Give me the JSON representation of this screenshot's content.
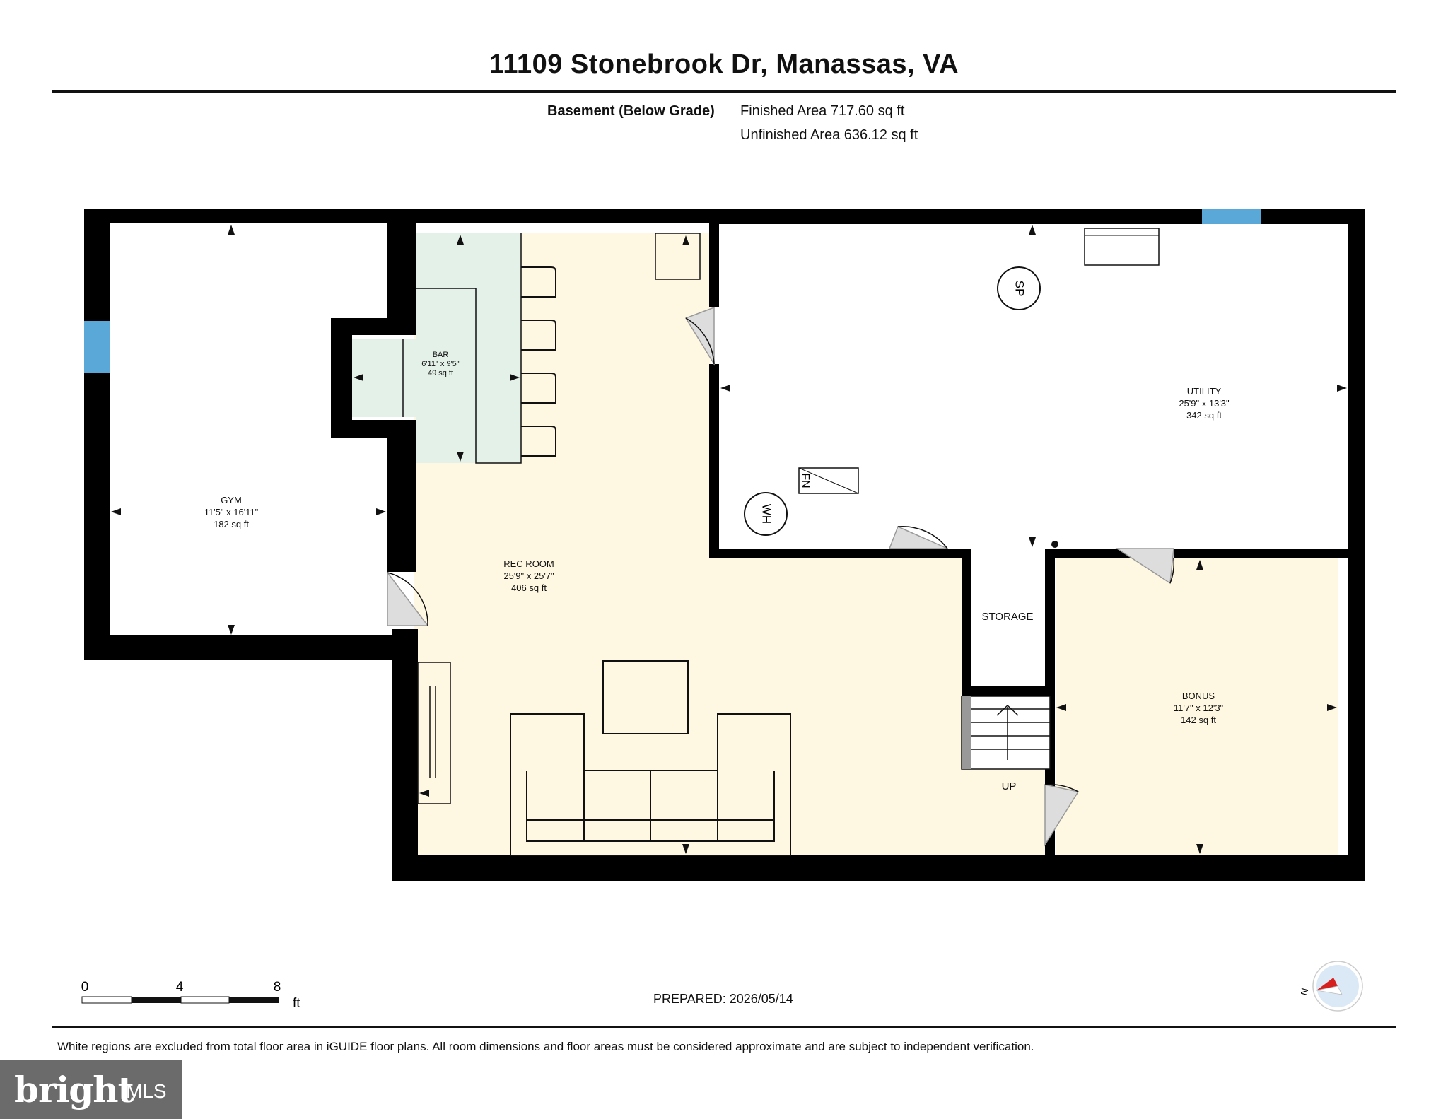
{
  "header": {
    "title": "11109 Stonebrook Dr, Manassas, VA",
    "level_label": "Basement (Below Grade)",
    "finished_area": "Finished Area 717.60 sq ft",
    "unfinished_area": "Unfinished Area 636.12 sq ft"
  },
  "rooms": {
    "gym": {
      "name": "GYM",
      "dims": "11'5\" x 16'11\"",
      "area": "182 sq ft"
    },
    "bar": {
      "name": "BAR",
      "dims": "6'11\" x 9'5\"",
      "area": "49 sq ft"
    },
    "rec_room": {
      "name": "REC ROOM",
      "dims": "25'9\" x 25'7\"",
      "area": "406 sq ft"
    },
    "utility": {
      "name": "UTILITY",
      "dims": "25'9\" x 13'3\"",
      "area": "342 sq ft"
    },
    "bonus": {
      "name": "BONUS",
      "dims": "11'7\" x 12'3\"",
      "area": "142 sq ft"
    },
    "storage": {
      "name": "STORAGE"
    }
  },
  "fixtures": {
    "sump_pump": "SP",
    "water_heater": "WH",
    "furnace": "FN",
    "stairs": "UP"
  },
  "colors": {
    "wall": "#000000",
    "rec_room_fill": "#fef8e2",
    "bar_fill": "#e3f1e9",
    "window": "#59a8d8"
  },
  "scale": {
    "ticks": [
      "0",
      "4",
      "8"
    ],
    "unit": "ft"
  },
  "footer": {
    "prepared": "PREPARED: 2026/05/14",
    "note": "White regions are excluded from total floor area in iGUIDE floor plans. All room dimensions and floor areas must be considered approximate and are subject to independent verification."
  },
  "compass": {
    "label": "N",
    "icon": "compass-icon"
  },
  "logo": {
    "brand": "bright",
    "suffix": "MLS"
  }
}
